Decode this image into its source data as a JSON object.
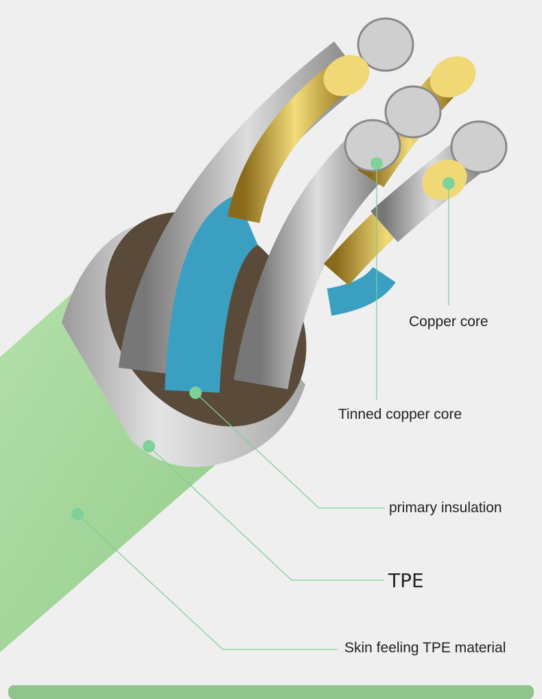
{
  "labels": {
    "copper_core": "Copper core",
    "tinned_copper_core": "Tinned copper core",
    "primary_insulation": "primary insulation",
    "tpe": "TPE",
    "skin_tpe": "Skin feeling TPE material"
  },
  "colors": {
    "background": "#efefef",
    "jacket": "#a6d79c",
    "ring": "#c9c9c9",
    "insulation": "#3a9fc0",
    "copper": "#d8b84a",
    "tinned": "#b5b5b5",
    "callout": "#7fcf98"
  }
}
